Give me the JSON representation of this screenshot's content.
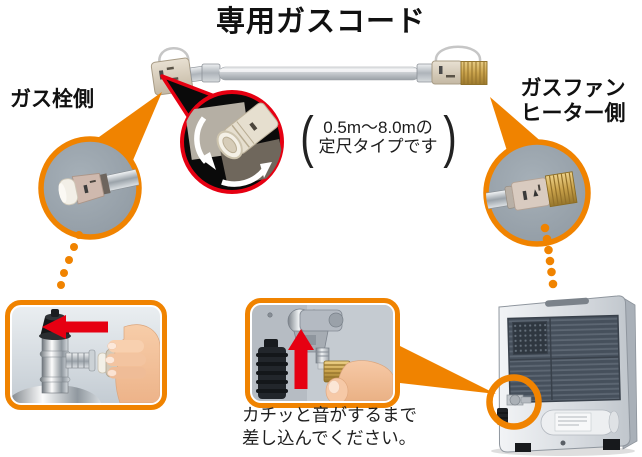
{
  "title": "専用ガスコード",
  "labels": {
    "gas_tap_side": "ガス栓側",
    "heater_side": [
      "ガスファン",
      "ヒーター側"
    ]
  },
  "length_note": {
    "open": "(",
    "line1": "0.5m〜8.0mの",
    "line2": "定尺タイプです",
    "close": ")"
  },
  "instruction": {
    "line1": "カチッと音がするまで",
    "line2": "差し込んでください。"
  },
  "colors": {
    "accent_orange": "#F08300",
    "signal_red": "#E60012",
    "callout_ring_red": "#E60012",
    "callout_fill_black": "#0A0A0A",
    "callout_circle_gray": "#98A2AB",
    "hose_silver": "#C9CDD1",
    "hose_brass": "#C9A24B",
    "connector_beige": "#D8CCBC"
  },
  "icons": {
    "rotate": "rotate-arrows-icon",
    "insert_left": "left-arrow-icon",
    "insert_up": "up-arrow-icon",
    "leader": "dotted-leader"
  }
}
